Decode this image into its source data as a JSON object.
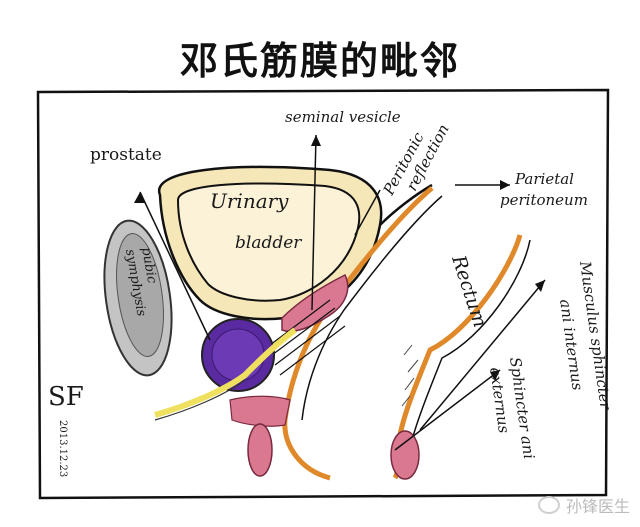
{
  "title": "邓氏筋膜的毗邻",
  "labels": {
    "seminal_vesicle": "seminal vesicle",
    "peritonic_reflection_1": "Peritonic",
    "peritonic_reflection_2": "reflection",
    "prostate": "prostate",
    "parietal_1": "Parietal",
    "parietal_2": "peritoneum",
    "urinary": "Urinary",
    "bladder": "bladder",
    "pubic_1": "pubic",
    "pubic_2": "symphysis",
    "rectum": "Rectum",
    "sphincter_internus_1": "Musculus sphincter",
    "sphincter_internus_2": "ani internus",
    "sphincter_externus_1": "Sphincter ani",
    "sphincter_externus_2": "externus"
  },
  "signature": {
    "initials": "SF",
    "date": "2013.12.23"
  },
  "watermark": "孙锋医生",
  "colors": {
    "bladder_fill": "#f4e4b4",
    "pubic_fill": "#b9b9b9",
    "prostate_fill": "#5b2aa0",
    "orange_wall": "#e0892a",
    "pink_muscle": "#d4607a",
    "nerve_yellow": "#f0e060"
  },
  "icons": [
    "wechat-icon"
  ]
}
